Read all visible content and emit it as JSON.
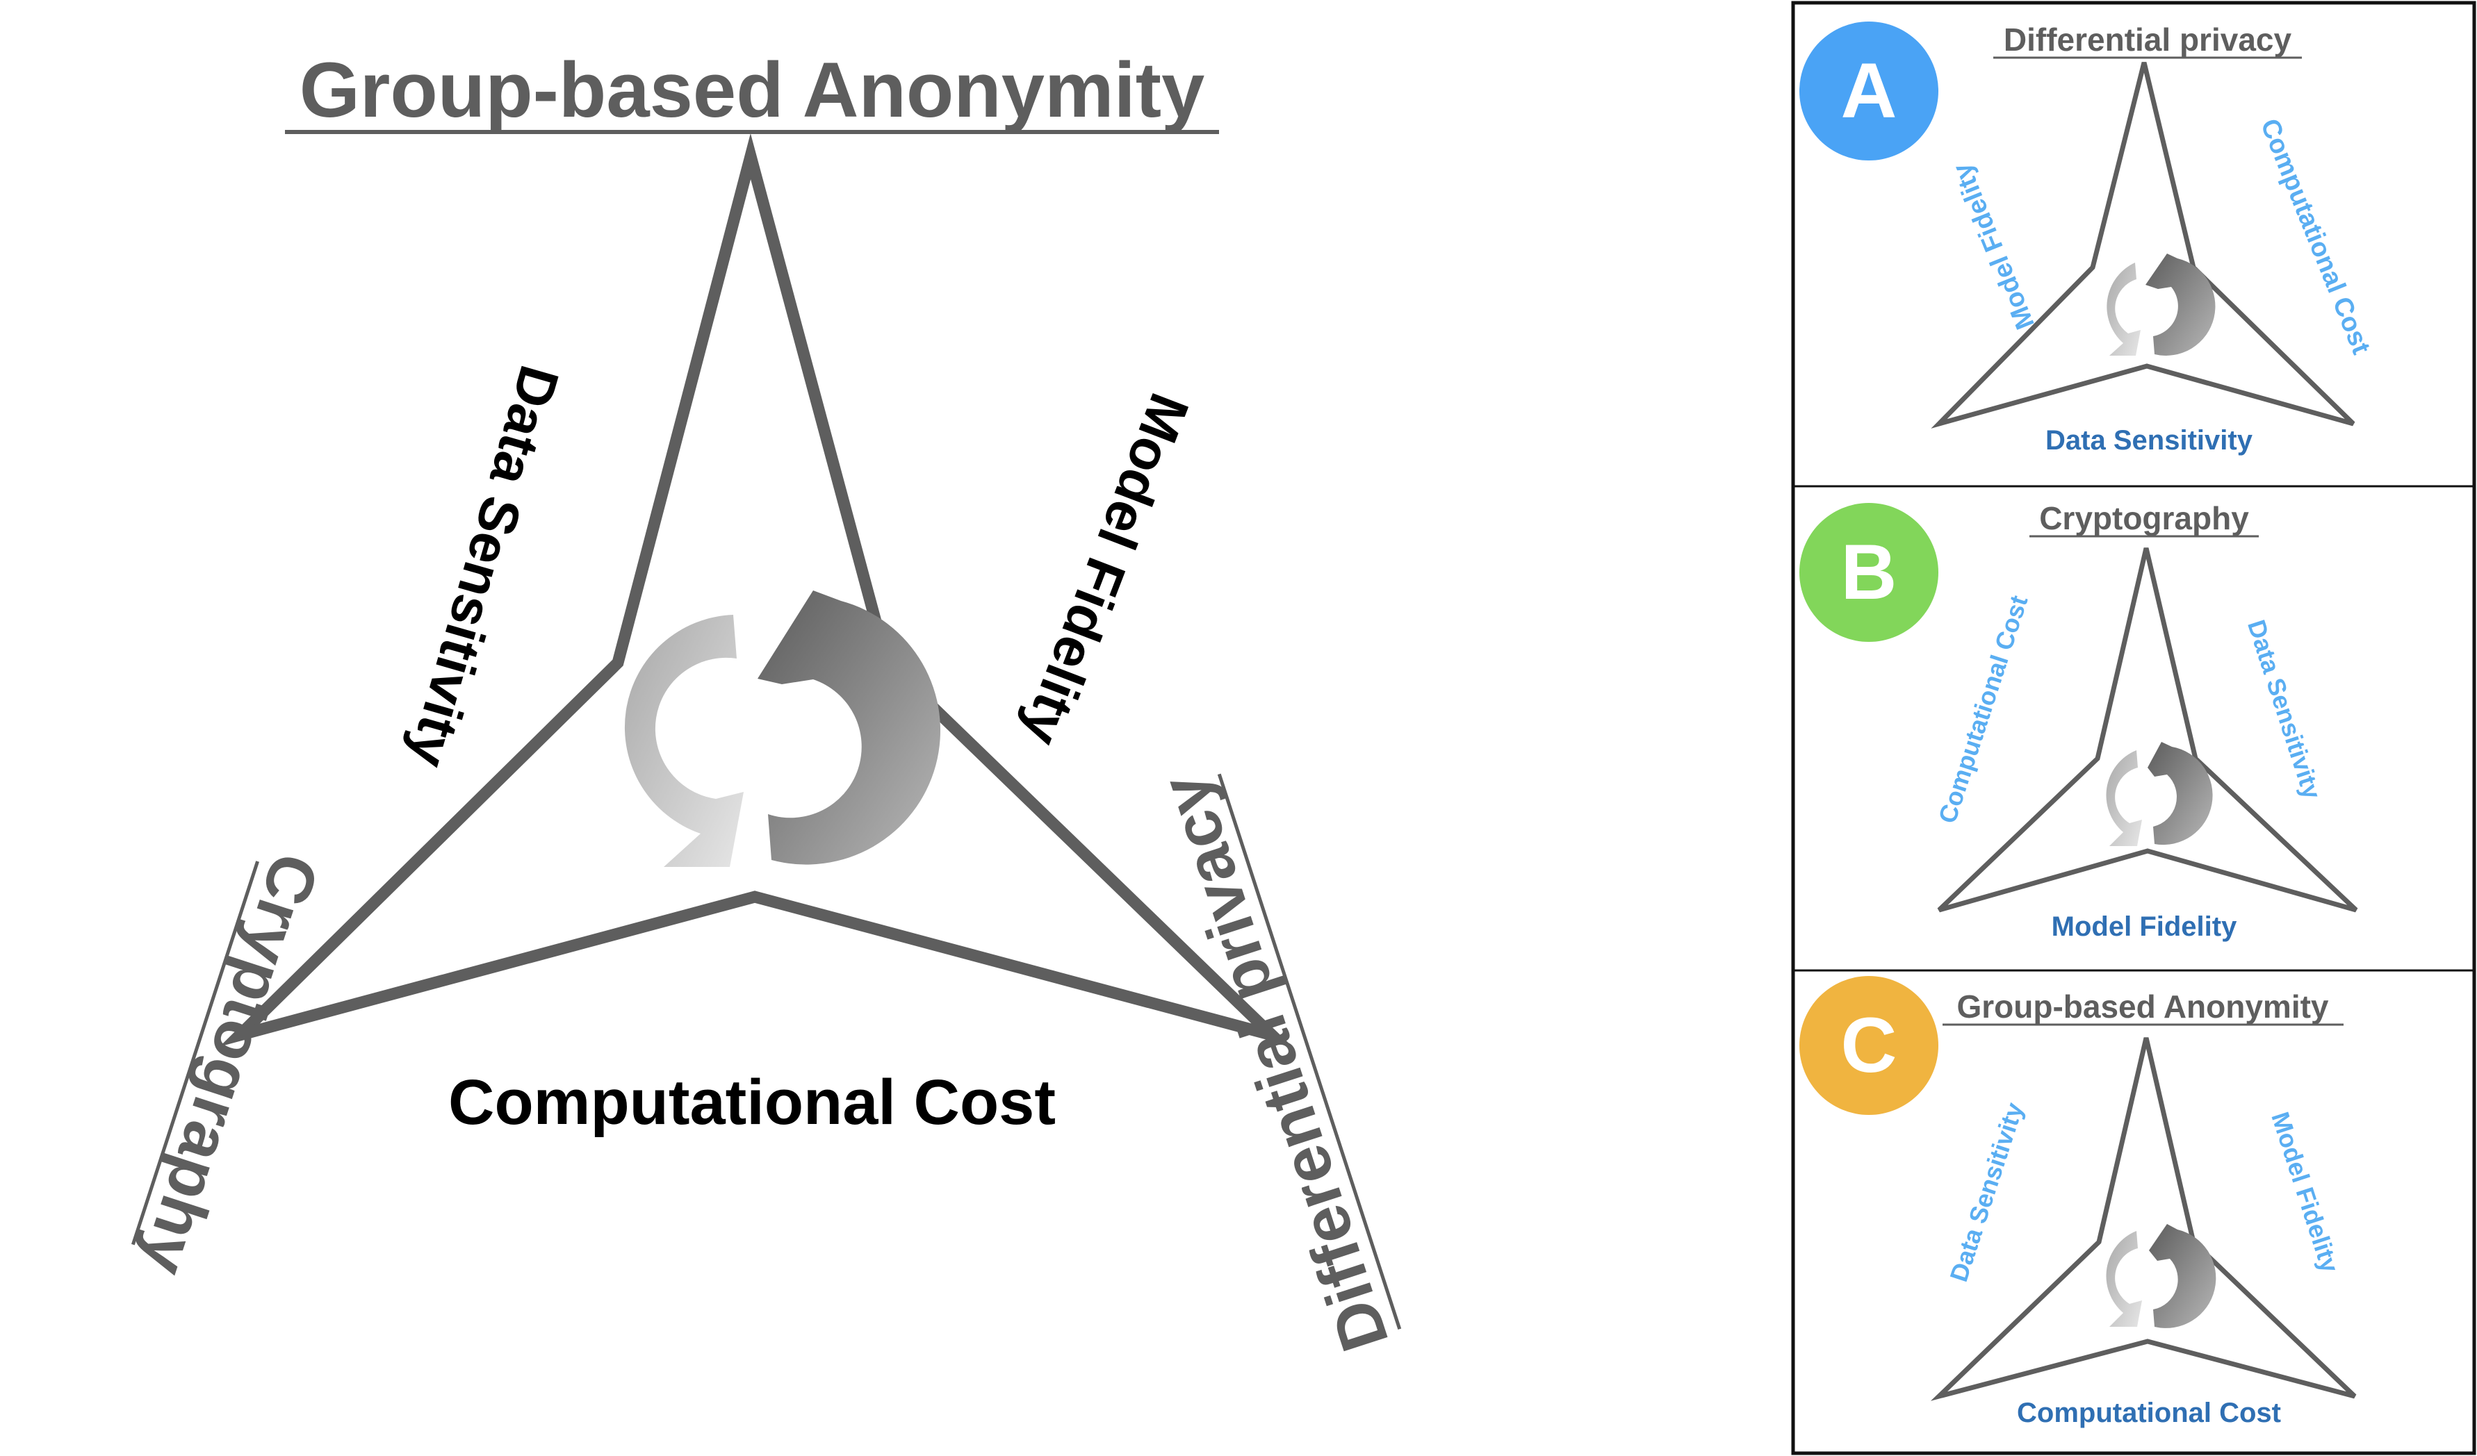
{
  "colors": {
    "outline": "#5e5e5e",
    "title_gray": "#5e5e5e",
    "label_black": "#000000",
    "badge_a": "#4aa3f5",
    "badge_b": "#82d65a",
    "badge_c": "#f0b440",
    "inner_label_light": "#5aaef2",
    "inner_label_dark": "#2f6fb3",
    "panel_border": "#111111"
  },
  "main": {
    "top_title": "Group-based Anonymity",
    "left_title": "Cryptography",
    "right_title": "Differential privacy",
    "edge_left": "Data Sensitivity",
    "edge_right": "Model Fidelity",
    "edge_bottom": "Computational Cost",
    "center_icon": "refresh-cycle-icon"
  },
  "panels": [
    {
      "badge": "A",
      "title": "Differential privacy",
      "edge_left": "Model Fidelity",
      "edge_right": "Computational Cost",
      "edge_bottom": "Data Sensitivity"
    },
    {
      "badge": "B",
      "title": "Cryptography",
      "edge_left": "Computational Cost",
      "edge_right": "Data Sensitivity",
      "edge_bottom": "Model Fidelity"
    },
    {
      "badge": "C",
      "title": "Group-based Anonymity",
      "edge_left": "Data Sensitivity",
      "edge_right": "Model Fidelity",
      "edge_bottom": "Computational Cost"
    }
  ]
}
